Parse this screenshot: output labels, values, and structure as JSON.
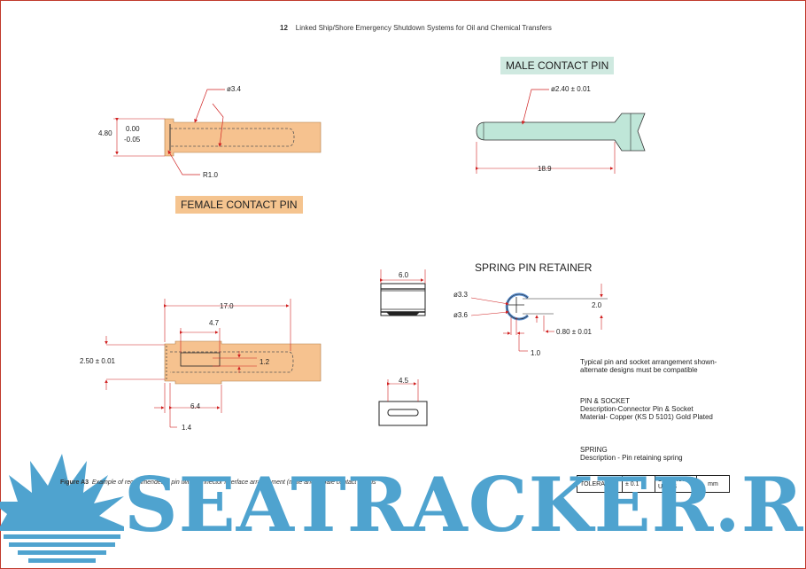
{
  "header": {
    "page_number": "12",
    "title": "Linked Ship/Shore Emergency Shutdown Systems for Oil and Chemical Transfers"
  },
  "labels": {
    "male_contact_pin": "MALE CONTACT PIN",
    "female_contact_pin": "FEMALE CONTACT PIN",
    "spring_pin_retainer": "SPRING PIN RETAINER"
  },
  "label_colors": {
    "male": "#cfe9e0",
    "female": "#f5c48f"
  },
  "part_colors": {
    "female_body": "#f6c28f",
    "male_body": "#bfe6d8",
    "dimension_lines": "#d02020"
  },
  "dimensions": {
    "female_top": {
      "d34": "ø3.4",
      "d480": "4.80",
      "tol_top": "0.00",
      "tol_bot": "-0.05",
      "r10": "R1.0"
    },
    "male": {
      "d240": "ø2.40 ± 0.01",
      "len189": "18.9"
    },
    "retainer_front": {
      "w60": "6.0"
    },
    "retainer_side": {
      "w45": "4.5"
    },
    "spring": {
      "d33": "ø3.3",
      "d36": "ø3.6",
      "h20": "2.0",
      "t080": "0.80 ± 0.01",
      "w10": "1.0"
    },
    "female_bottom": {
      "d170": "17.0",
      "d47": "4.7",
      "d250": "2.50 ± 0.01",
      "d12": "1.2",
      "d64": "6.4",
      "d14": "1.4"
    }
  },
  "notes": {
    "typical": "Typical pin and socket arrangement shown-\nalternate designs must be compatible",
    "pin_socket": "PIN & SOCKET\nDescription-Connector Pin & Socket\nMaterial- Copper (KS D 5101) Gold Plated",
    "spring": "SPRING\nDescription - Pin retaining spring"
  },
  "caption": {
    "label": "Figure A3",
    "text": "Example of recommended 5 pin twist connector interface arrangement (male and female contact details"
  },
  "table": {
    "tolerance": "TOLERANCE",
    "tol_value": "± 0.1",
    "dimension_units": "DIMENSION\nUNITS",
    "units_value": "mm"
  },
  "watermark": {
    "text": "SEATRACKER.RU",
    "color": "#4fa3cf"
  }
}
